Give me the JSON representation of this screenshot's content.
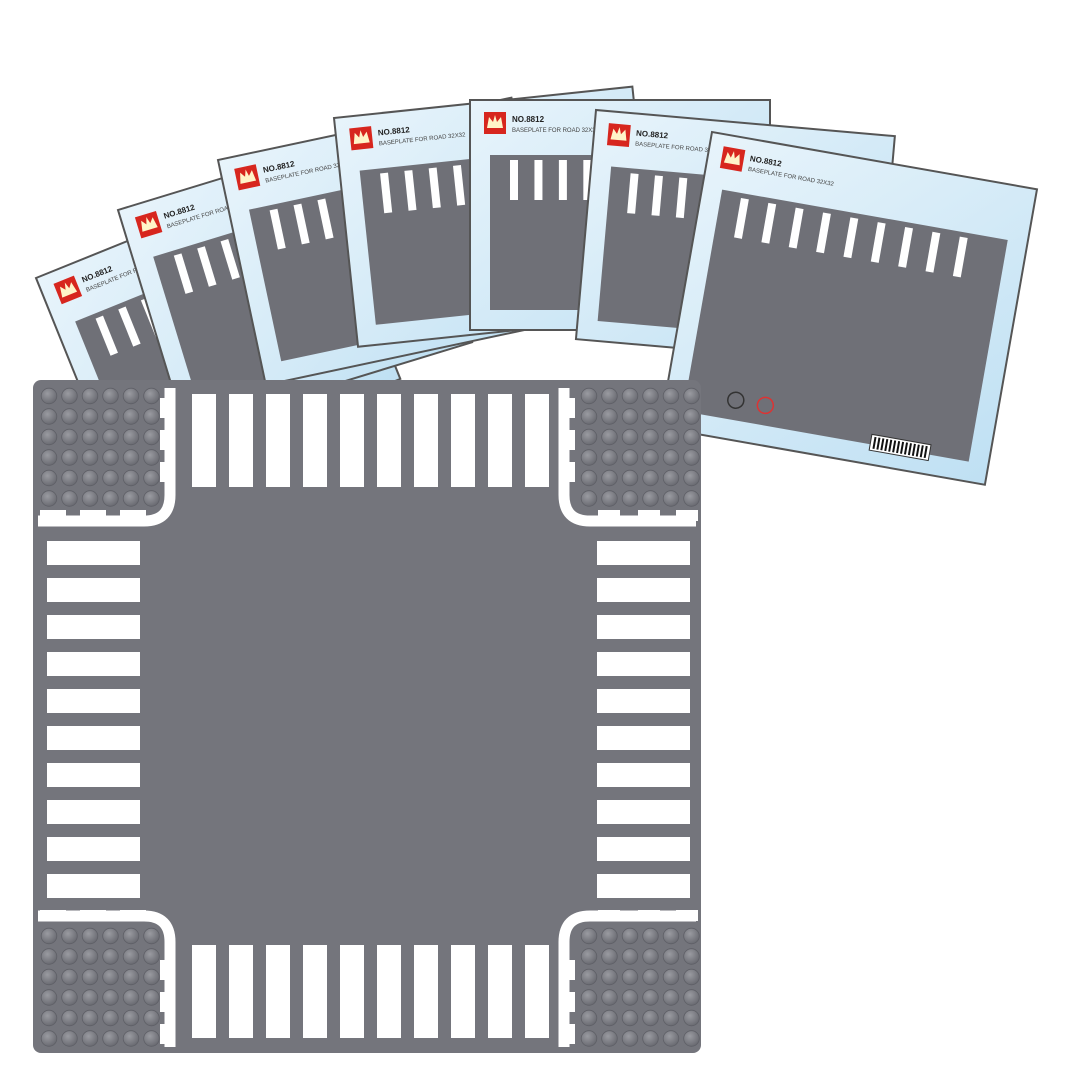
{
  "product": {
    "base_color": "#74757c",
    "stud_color": "#7d7e85",
    "marking_color": "#ffffff",
    "background": "#ffffff"
  },
  "packages": {
    "count": 7,
    "model_numbers": [
      "NO.8812",
      "NO.8812",
      "NO.8812",
      "NO.8812",
      "NO.8812",
      "NO.8812",
      "NO.8812"
    ],
    "subtitle": "BASEPLATE FOR ROAD 32X32",
    "card_color": "#cfe8f7",
    "logo_color": "#d7261e",
    "logo_icon": "crown-logo-icon",
    "cert_icons": [
      "ce-mark-icon",
      "recycle-icon",
      "age-warning-icon",
      "barcode-icon"
    ]
  }
}
